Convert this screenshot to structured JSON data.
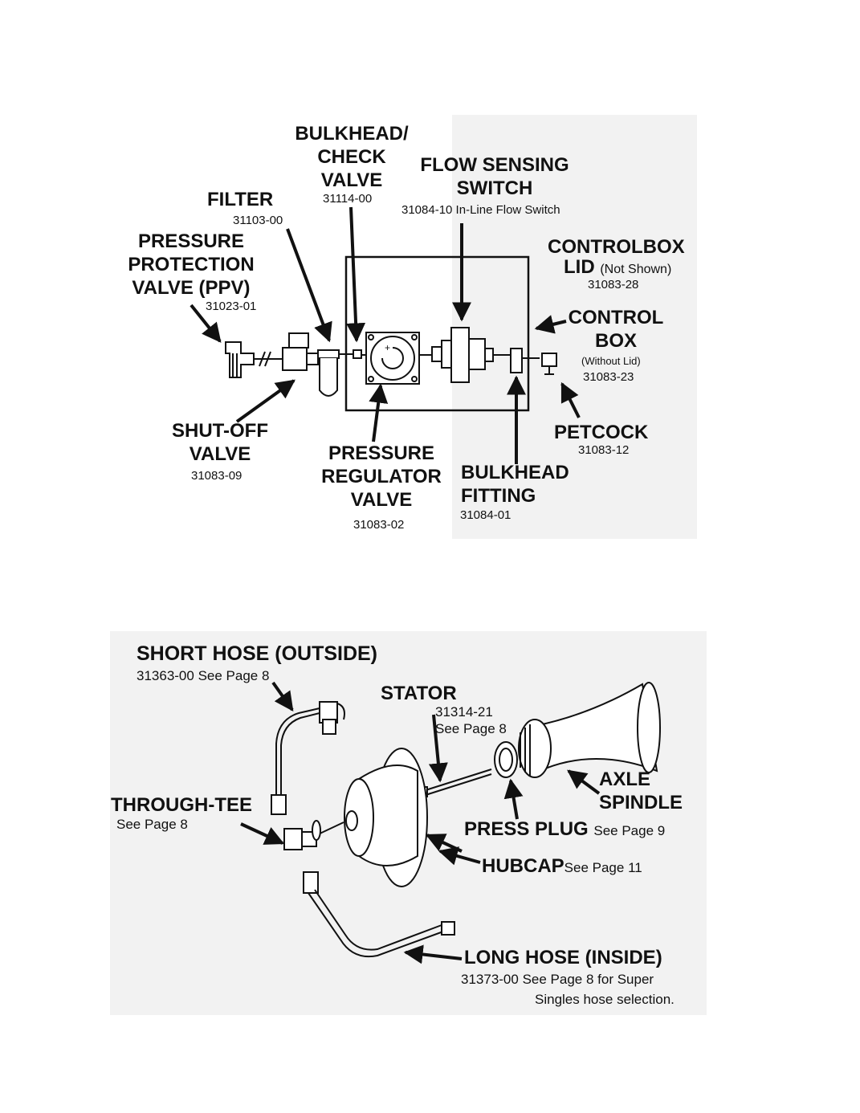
{
  "top": {
    "bulkhead_check": {
      "lines": [
        "BULKHEAD/",
        "CHECK",
        "VALVE"
      ],
      "part": "31114-00"
    },
    "flow_switch": {
      "lines": [
        "FLOW SENSING",
        "SWITCH"
      ],
      "part": "31084-10 In-Line Flow Switch"
    },
    "filter": {
      "name": "FILTER",
      "part": "31103-00"
    },
    "ppv": {
      "lines": [
        "PRESSURE",
        "PROTECTION",
        "VALVE (PPV)"
      ],
      "part": "31023-01"
    },
    "controlbox_lid": {
      "name": "CONTROLBOX",
      "lid": "LID",
      "note": "(Not Shown)",
      "part": "31083-28"
    },
    "control_box": {
      "lines": [
        "CONTROL",
        "BOX"
      ],
      "note": "(Without Lid)",
      "part": "31083-23"
    },
    "shutoff": {
      "lines": [
        "SHUT-OFF",
        "VALVE"
      ],
      "part": "31083-09"
    },
    "regulator": {
      "lines": [
        "PRESSURE",
        "REGULATOR",
        "VALVE"
      ],
      "part": "31083-02"
    },
    "bulkhead_fitting": {
      "lines": [
        "BULKHEAD",
        "FITTING"
      ],
      "part": "31084-01"
    },
    "petcock": {
      "name": "PETCOCK",
      "part": "31083-12"
    }
  },
  "bottom": {
    "short_hose": {
      "name": "SHORT HOSE (OUTSIDE)",
      "part": "31363-00",
      "ref": "See Page 8"
    },
    "stator": {
      "name": "STATOR",
      "part": "31314-21",
      "ref": "See Page 8"
    },
    "axle_spindle": {
      "lines": [
        "AXLE",
        "SPINDLE"
      ]
    },
    "through_tee": {
      "name": "THROUGH-TEE",
      "ref": "See Page 8"
    },
    "press_plug": {
      "name": "PRESS PLUG",
      "ref": "See Page 9"
    },
    "hubcap": {
      "name": "HUBCAP",
      "ref": "See Page 11"
    },
    "long_hose": {
      "name": "LONG HOSE (INSIDE)",
      "part": "31373-00",
      "ref1": "See Page 8 for Super",
      "ref2": "Singles hose selection."
    }
  }
}
